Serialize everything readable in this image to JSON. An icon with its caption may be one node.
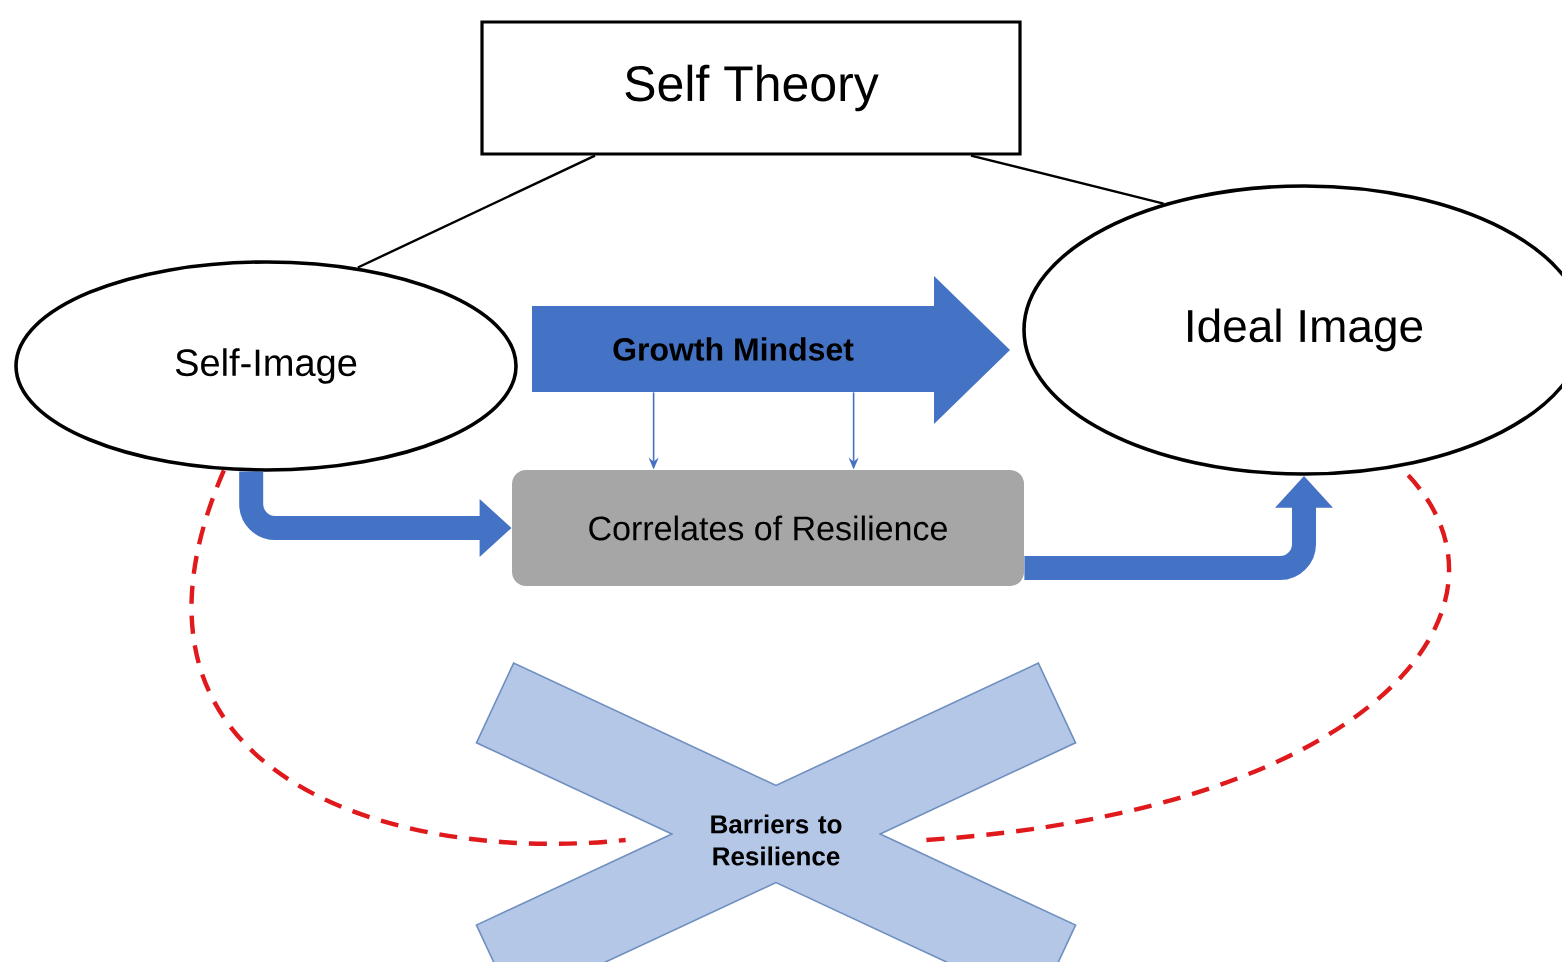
{
  "diagram": {
    "nodes": [
      {
        "text": [
          "Self Theory"
        ]
      },
      {
        "text": [
          "Self-Image"
        ]
      },
      {
        "text": [
          "Growth Mindset"
        ]
      },
      {
        "text": [
          "Ideal Image"
        ]
      },
      {
        "text": [
          "Correlates of Resilience"
        ]
      },
      {
        "text": [
          "Barriers to Resilience"
        ]
      }
    ],
    "edges": [
      {
        "from": 0,
        "to": 1,
        "arrow": "none",
        "color": "#000000"
      },
      {
        "from": 0,
        "to": 3,
        "arrow": "none",
        "color": "#000000"
      },
      {
        "from": 1,
        "to": 4,
        "arrow": "to",
        "style": "thick",
        "color": "#4472c4"
      },
      {
        "from": 4,
        "to": 3,
        "arrow": "to",
        "style": "thick",
        "color": "#4472c4"
      },
      {
        "from": 2,
        "to": 4,
        "arrow": "to",
        "color": "#4472c4"
      },
      {
        "from": 2,
        "to": 4,
        "arrow": "to",
        "color": "#4472c4"
      },
      {
        "from": 1,
        "to": 5,
        "arrow": "none",
        "style": "dashed",
        "color": "#e0191c"
      },
      {
        "from": 5,
        "to": 3,
        "arrow": "none",
        "style": "dashed",
        "color": "#e0191c"
      }
    ]
  }
}
